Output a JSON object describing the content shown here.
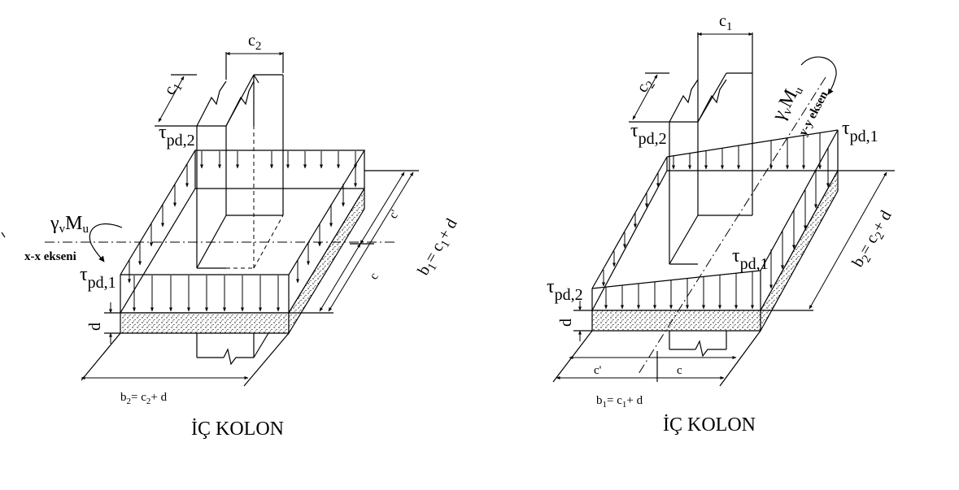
{
  "left": {
    "c2": "c",
    "c2_sub": "2",
    "c1": "c",
    "c1_sub": "1",
    "tau_top": "τ",
    "tau_top_sub": "pd,2",
    "gamma": "γ",
    "gamma_sub": "v",
    "Mu": "M",
    "Mu_sub": "u",
    "axis": "x-x ekseni",
    "tau_bot": "τ",
    "tau_bot_sub": "pd,1",
    "d": "d",
    "c_prime": "c'",
    "c": "c",
    "b1": "b",
    "b1_sub": "1",
    "b1_eq": "= c",
    "b1_eq_sub": "1",
    "b1_tail": "+ d",
    "b2": "b",
    "b2_sub": "2",
    "b2_eq": "= c",
    "b2_eq_sub": "2",
    "b2_tail": "+ d",
    "title": "İÇ KOLON"
  },
  "right": {
    "c1": "c",
    "c1_sub": "1",
    "c2": "c",
    "c2_sub": "2",
    "gamma": "γ",
    "gamma_sub": "v",
    "Mu": "M",
    "Mu_sub": "u",
    "axis": "y-y eksen",
    "tau_top_left": "τ",
    "tau_top_left_sub": "pd,2",
    "tau_top_right": "τ",
    "tau_top_right_sub": "pd,1",
    "tau_mid": "τ",
    "tau_mid_sub": "pd,1",
    "tau_bot_left": "τ",
    "tau_bot_left_sub": "pd,2",
    "d": "d",
    "b2": "b",
    "b2_sub": "2",
    "b2_eq": "= c",
    "b2_eq_sub": "2",
    "b2_tail": "+ d",
    "c_prime": "c'",
    "c": "c",
    "b1": "b",
    "b1_sub": "1",
    "b1_eq": "= c",
    "b1_eq_sub": "1",
    "b1_tail": "+ d",
    "title": "İÇ KOLON"
  }
}
